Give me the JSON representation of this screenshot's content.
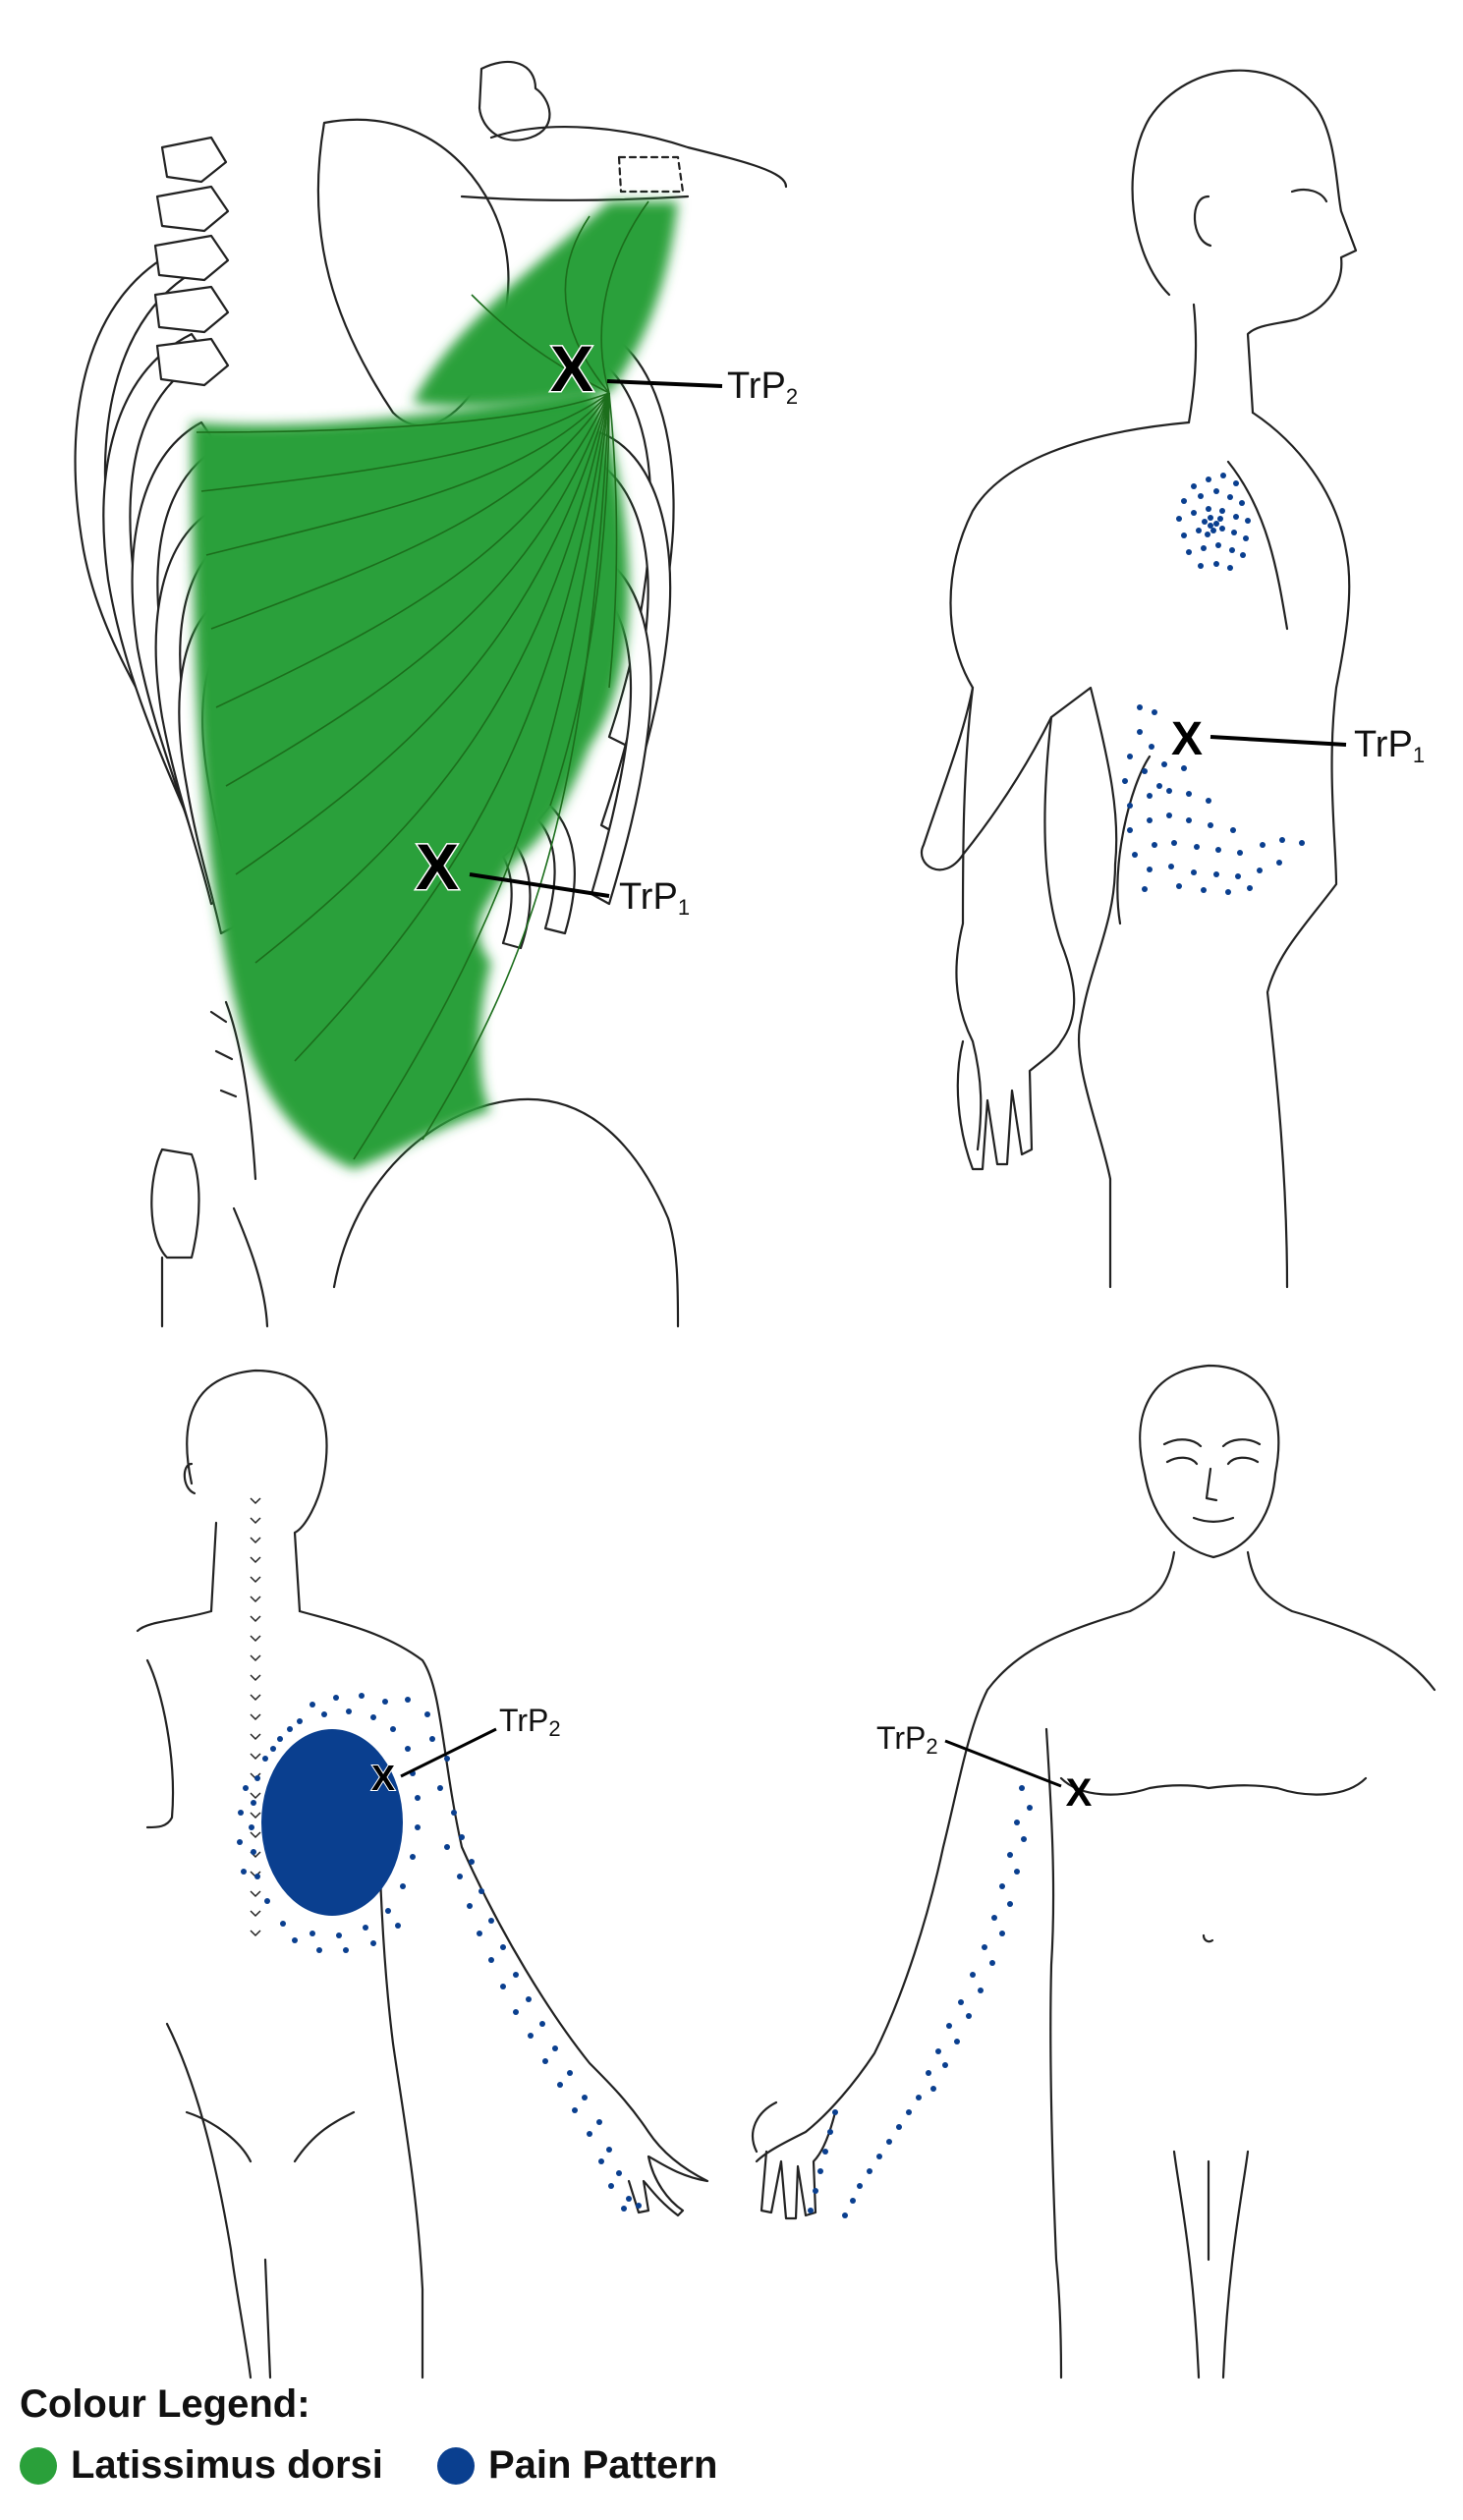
{
  "markers": {
    "trp1": {
      "name": "TrP",
      "sub": "1"
    },
    "trp2": {
      "name": "TrP",
      "sub": "2"
    }
  },
  "legend": {
    "title": "Colour Legend:",
    "items": [
      {
        "label": "Latissimus dorsi",
        "color": "#2aa03a"
      },
      {
        "label": "Pain Pattern",
        "color": "#0a3f8f"
      }
    ]
  },
  "colors": {
    "muscle": "#2aa03a",
    "pain": "#0a3f8f",
    "outline": "#222222",
    "marker": "#000000"
  }
}
